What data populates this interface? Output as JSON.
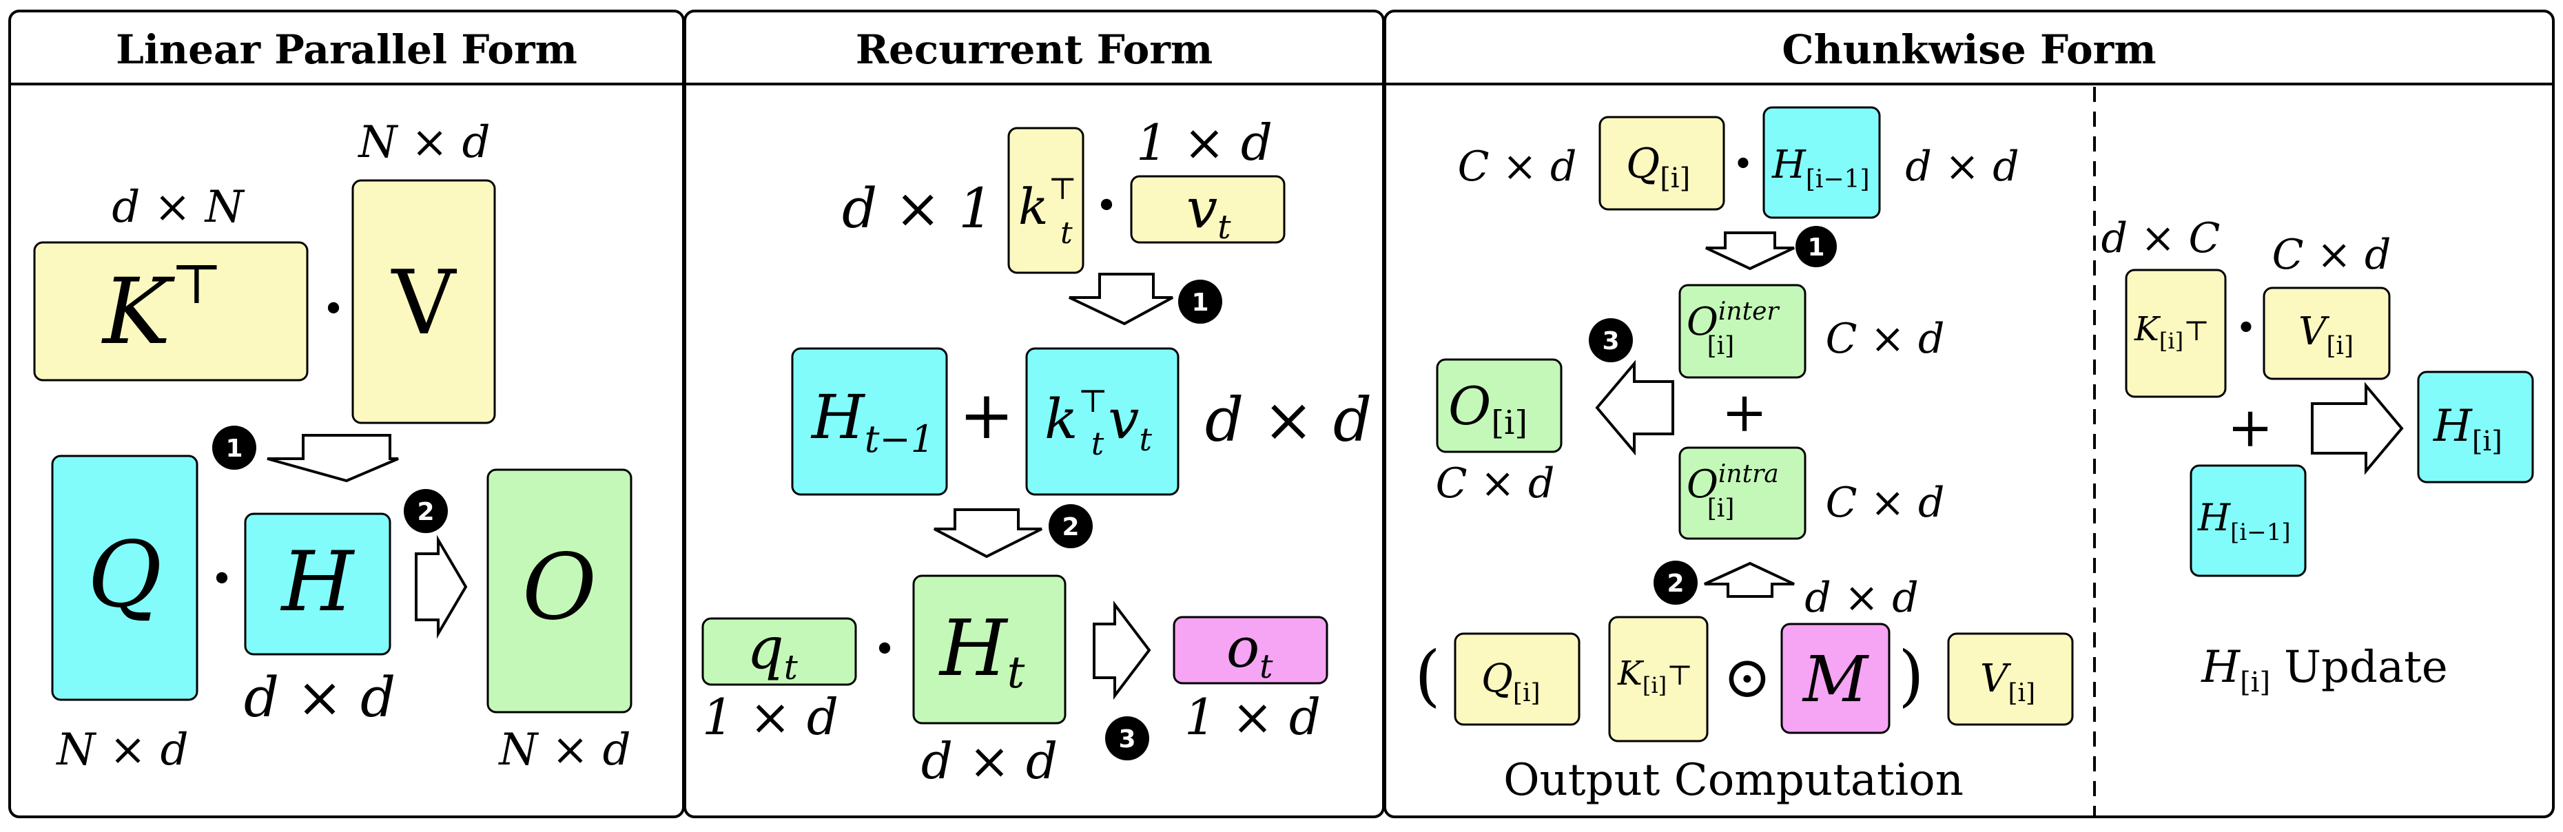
{
  "colors": {
    "yellow": "#fbf8c0",
    "cyan": "#82fbfb",
    "green": "#c4f8b8",
    "pink": "#f6a4f4",
    "badge": "#000000"
  },
  "panels": {
    "linear": {
      "title": "Linear Parallel Form"
    },
    "recurrent": {
      "title": "Recurrent Form"
    },
    "chunkwise": {
      "title": "Chunkwise Form"
    }
  },
  "linear": {
    "K_dim": "d × N",
    "V_dim": "N × d",
    "Q_dim": "N × d",
    "H_dim": "d × d",
    "O_dim": "N × d",
    "K": "K",
    "K_sup": "⊤",
    "V": "V",
    "Q": "Q",
    "H": "H",
    "O": "O",
    "dot": "•"
  },
  "recurrent": {
    "k_dim": "d × 1",
    "v_dim": "1 × d",
    "kv_dim": "d × d",
    "q_dim": "1 × d",
    "Ht_dim": "d × d",
    "o_dim": "1 × d",
    "k": "k",
    "k_sup": "⊤",
    "k_sub": "t",
    "v": "v",
    "v_sub": "t",
    "H_prev": "H",
    "H_prev_sub": "t−1",
    "plus": "+",
    "q": "q",
    "q_sub": "t",
    "Ht": "H",
    "Ht_sub": "t",
    "o": "o",
    "o_sub": "t",
    "dot": "•"
  },
  "chunkwise": {
    "Q_dim": "C × d",
    "H_dim": "d × d",
    "inter_dim": "C × d",
    "intra_dim": "C × d",
    "O_dim": "C × d",
    "M_dim": "d × d",
    "Q": "Q",
    "idx": "[i]",
    "H": "H",
    "idx_prev": "[i−1]",
    "O": "O",
    "inter": "inter",
    "intra": "intra",
    "K": "K",
    "sup": "⊤",
    "M": "M",
    "V": "V",
    "odot": "⊙",
    "lparen": "(",
    "rparen": ")",
    "plus": "+",
    "dot": "•",
    "output_label": "Output Computation",
    "upd_K_dim": "d × C",
    "upd_V_dim": "C × d",
    "update_label": "Update"
  },
  "badges": {
    "one": "1",
    "two": "2",
    "three": "3"
  }
}
